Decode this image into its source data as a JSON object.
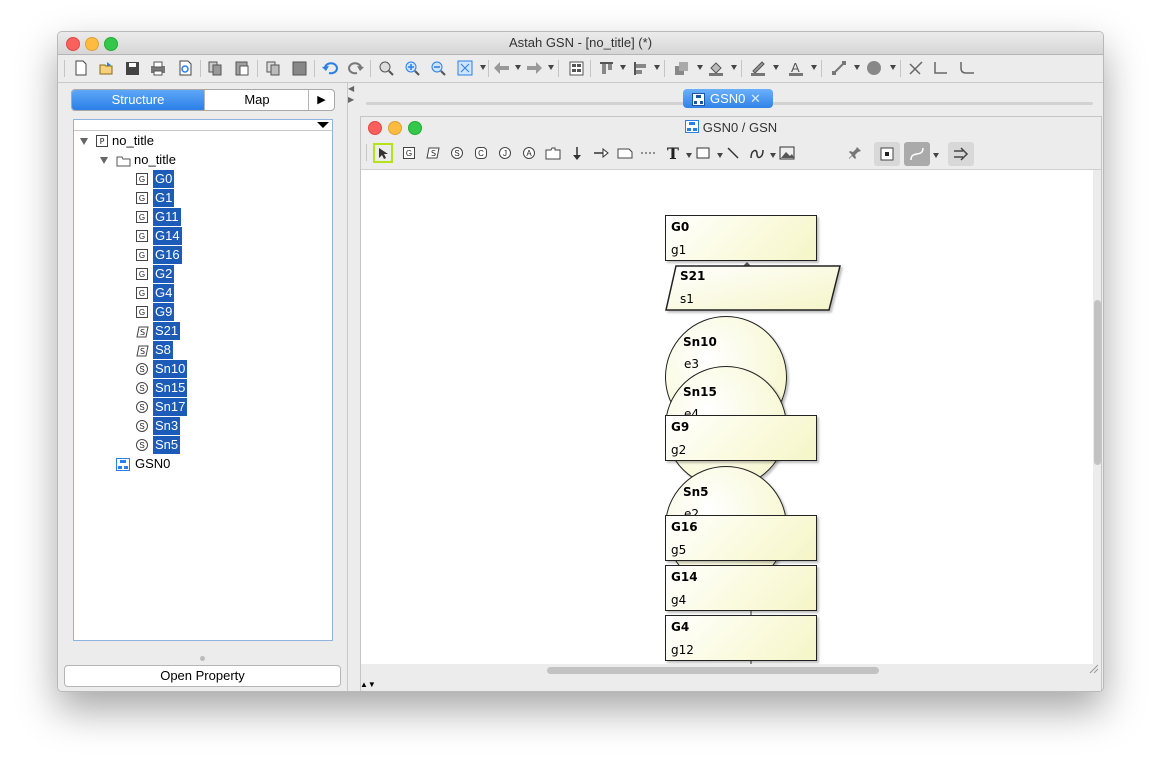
{
  "window": {
    "title": "Astah GSN - [no_title] (*)"
  },
  "left_panel": {
    "tabs": [
      "Structure",
      "Map"
    ],
    "tree": {
      "project": "no_title",
      "package": "no_title",
      "goals": [
        "G0",
        "G1",
        "G11",
        "G14",
        "G16",
        "G2",
        "G4",
        "G9"
      ],
      "strategies": [
        "S21",
        "S8"
      ],
      "solutions": [
        "Sn10",
        "Sn15",
        "Sn17",
        "Sn3",
        "Sn5"
      ],
      "diagram": "GSN0"
    },
    "open_property_label": "Open Property"
  },
  "editor": {
    "tab_label": "GSN0",
    "diagram_title": "GSN0 / GSN",
    "text_tool_label": "T",
    "nodes": [
      {
        "id": "G0",
        "text": "g1",
        "kind": "goal"
      },
      {
        "id": "S21",
        "text": "s1",
        "kind": "strategy"
      },
      {
        "id": "Sn10",
        "text": "e3",
        "kind": "solution"
      },
      {
        "id": "Sn15",
        "text": "e4",
        "kind": "solution"
      },
      {
        "id": "G9",
        "text": "g2",
        "kind": "goal"
      },
      {
        "id": "Sn5",
        "text": "e2",
        "kind": "solution"
      },
      {
        "id": "G16",
        "text": "g5",
        "kind": "goal"
      },
      {
        "id": "G14",
        "text": "g4",
        "kind": "goal"
      },
      {
        "id": "G4",
        "text": "g12",
        "kind": "goal"
      }
    ]
  },
  "icons": {
    "goal": "G",
    "strategy": "S",
    "solution": "S",
    "context": "C",
    "justification": "J",
    "assumption": "A",
    "project": "P"
  },
  "colors": {
    "selection": "#1c5bb8",
    "tab_accent": "#2f82e8",
    "node_fill": "#fafadc"
  }
}
